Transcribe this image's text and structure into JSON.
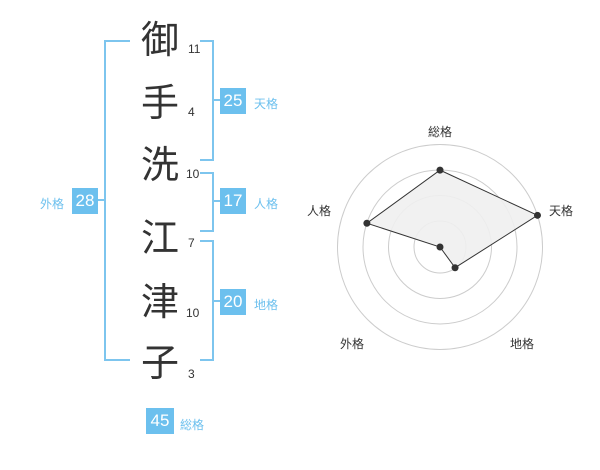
{
  "name_chars": [
    {
      "char": "御",
      "strokes": "11"
    },
    {
      "char": "手",
      "strokes": "4"
    },
    {
      "char": "洗",
      "strokes": "10"
    },
    {
      "char": "江",
      "strokes": "7"
    },
    {
      "char": "津",
      "strokes": "10"
    },
    {
      "char": "子",
      "strokes": "3"
    }
  ],
  "scores": {
    "tenkaku": {
      "value": "25",
      "label": "天格"
    },
    "jinkaku": {
      "value": "17",
      "label": "人格"
    },
    "chikaku": {
      "value": "20",
      "label": "地格"
    },
    "gaikaku": {
      "value": "28",
      "label": "外格"
    },
    "soukaku": {
      "value": "45",
      "label": "総格"
    }
  },
  "radar": {
    "axes": [
      "総格",
      "天格",
      "地格",
      "外格",
      "人格"
    ],
    "levels": 4,
    "values": [
      3,
      4,
      1,
      0,
      3
    ],
    "max": 4,
    "colors": {
      "ring": "#cccccc",
      "fill": "#efefef",
      "line": "#333333",
      "point": "#333333"
    }
  },
  "accent_color": "#6cc0ee"
}
